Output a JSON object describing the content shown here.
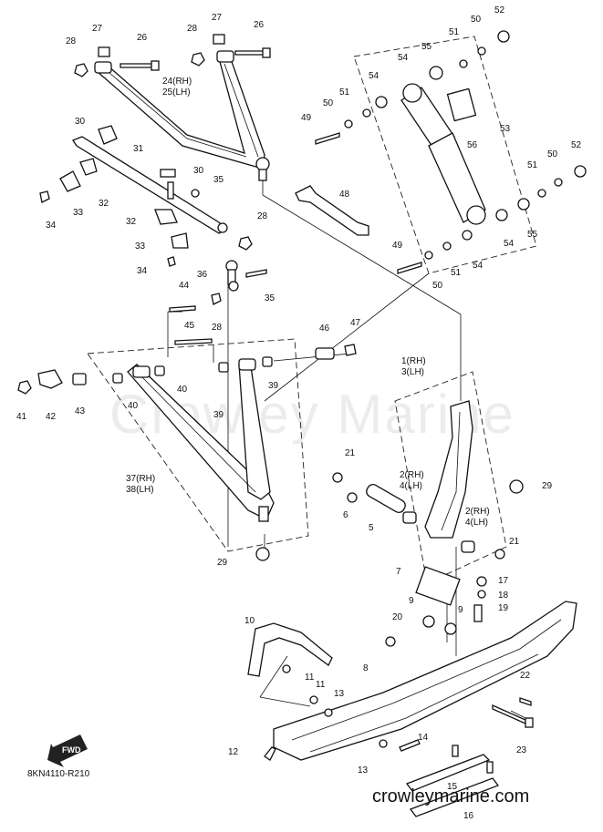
{
  "watermark": "Crowley Marine",
  "site_url": "crowleymarine.com",
  "diagram_code": "8KN4110-R210",
  "fwd_label": "FWD",
  "callouts": [
    {
      "id": "c28a",
      "text": "28"
    },
    {
      "id": "c27a",
      "text": "27"
    },
    {
      "id": "c26a",
      "text": "26"
    },
    {
      "id": "c28b",
      "text": "28"
    },
    {
      "id": "c27b",
      "text": "27"
    },
    {
      "id": "c26b",
      "text": "26"
    },
    {
      "id": "c24",
      "text": "24(RH)"
    },
    {
      "id": "c25",
      "text": "25(LH)"
    },
    {
      "id": "c30a",
      "text": "30"
    },
    {
      "id": "c31",
      "text": "31"
    },
    {
      "id": "c32a",
      "text": "32"
    },
    {
      "id": "c33a",
      "text": "33"
    },
    {
      "id": "c34a",
      "text": "34"
    },
    {
      "id": "c30b",
      "text": "30"
    },
    {
      "id": "c35a",
      "text": "35"
    },
    {
      "id": "c32b",
      "text": "32"
    },
    {
      "id": "c33b",
      "text": "33"
    },
    {
      "id": "c34b",
      "text": "34"
    },
    {
      "id": "c28c",
      "text": "28"
    },
    {
      "id": "c36",
      "text": "36"
    },
    {
      "id": "c35b",
      "text": "35"
    },
    {
      "id": "c28d",
      "text": "28"
    },
    {
      "id": "c44",
      "text": "44"
    },
    {
      "id": "c45",
      "text": "45"
    },
    {
      "id": "c46",
      "text": "46"
    },
    {
      "id": "c47",
      "text": "47"
    },
    {
      "id": "c41",
      "text": "41"
    },
    {
      "id": "c42",
      "text": "42"
    },
    {
      "id": "c43",
      "text": "43"
    },
    {
      "id": "c40a",
      "text": "40"
    },
    {
      "id": "c40b",
      "text": "40"
    },
    {
      "id": "c39a",
      "text": "39"
    },
    {
      "id": "c39b",
      "text": "39"
    },
    {
      "id": "c37",
      "text": "37(RH)"
    },
    {
      "id": "c38",
      "text": "38(LH)"
    },
    {
      "id": "c29a",
      "text": "29"
    },
    {
      "id": "c52a",
      "text": "52"
    },
    {
      "id": "c50a",
      "text": "50"
    },
    {
      "id": "c51a",
      "text": "51"
    },
    {
      "id": "c55a",
      "text": "55"
    },
    {
      "id": "c54a",
      "text": "54"
    },
    {
      "id": "c54b",
      "text": "54"
    },
    {
      "id": "c51b",
      "text": "51"
    },
    {
      "id": "c50b",
      "text": "50"
    },
    {
      "id": "c49a",
      "text": "49"
    },
    {
      "id": "c53",
      "text": "53"
    },
    {
      "id": "c56",
      "text": "56"
    },
    {
      "id": "c50c",
      "text": "50"
    },
    {
      "id": "c52b",
      "text": "52"
    },
    {
      "id": "c51c",
      "text": "51"
    },
    {
      "id": "c55b",
      "text": "55"
    },
    {
      "id": "c54c",
      "text": "54"
    },
    {
      "id": "c48",
      "text": "48"
    },
    {
      "id": "c49b",
      "text": "49"
    },
    {
      "id": "c50d",
      "text": "50"
    },
    {
      "id": "c51d",
      "text": "51"
    },
    {
      "id": "c54d",
      "text": "54"
    },
    {
      "id": "c1",
      "text": "1(RH)"
    },
    {
      "id": "c3",
      "text": "3(LH)"
    },
    {
      "id": "c21a",
      "text": "21"
    },
    {
      "id": "c6",
      "text": "6"
    },
    {
      "id": "c5",
      "text": "5"
    },
    {
      "id": "c2a",
      "text": "2(RH)"
    },
    {
      "id": "c4a",
      "text": "4(LH)"
    },
    {
      "id": "c2b",
      "text": "2(RH)"
    },
    {
      "id": "c4b",
      "text": "4(LH)"
    },
    {
      "id": "c29b",
      "text": "29"
    },
    {
      "id": "c21b",
      "text": "21"
    },
    {
      "id": "c7",
      "text": "7"
    },
    {
      "id": "c17",
      "text": "17"
    },
    {
      "id": "c18",
      "text": "18"
    },
    {
      "id": "c19",
      "text": "19"
    },
    {
      "id": "c9a",
      "text": "9"
    },
    {
      "id": "c9b",
      "text": "9"
    },
    {
      "id": "c20",
      "text": "20"
    },
    {
      "id": "c10",
      "text": "10"
    },
    {
      "id": "c8",
      "text": "8"
    },
    {
      "id": "c11a",
      "text": "11"
    },
    {
      "id": "c11b",
      "text": "11"
    },
    {
      "id": "c13a",
      "text": "13"
    },
    {
      "id": "c22",
      "text": "22"
    },
    {
      "id": "c23",
      "text": "23"
    },
    {
      "id": "c14",
      "text": "14"
    },
    {
      "id": "c12",
      "text": "12"
    },
    {
      "id": "c13b",
      "text": "13"
    },
    {
      "id": "c15",
      "text": "15"
    },
    {
      "id": "c16",
      "text": "16"
    }
  ]
}
